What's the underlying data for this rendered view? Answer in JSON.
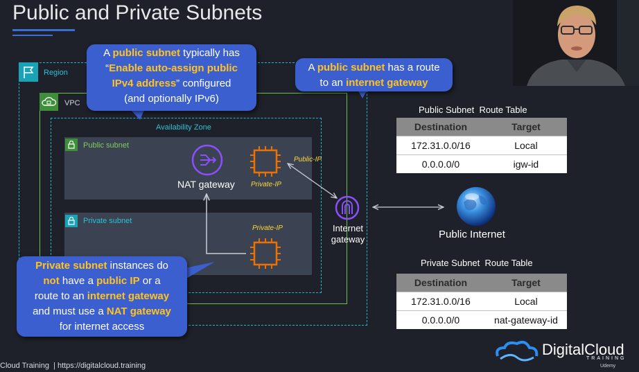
{
  "slide": {
    "title": "Public and Private Subnets"
  },
  "diagram": {
    "region_label": "Region",
    "vpc_label": "VPC",
    "az_label": "Availability Zone",
    "public_subnet_label": "Public subnet",
    "private_subnet_label": "Private subnet",
    "nat_gateway_label": "NAT gateway",
    "public_instance_public_ip": "Public-IP",
    "public_instance_private_ip": "Private-IP",
    "private_instance_private_ip": "Private-IP",
    "igw_label_line1": "Internet",
    "igw_label_line2": "gateway",
    "public_internet_label": "Public Internet"
  },
  "callouts": {
    "public_subnet_autoassign": {
      "l1a": "A ",
      "l1b": "public subnet",
      "l1c": " typically has",
      "l2a": "“",
      "l2b": "Enable auto-assign public",
      "l3b": "IPv4 address",
      "l3c": "” configured",
      "l4": "(and optionally IPv6)"
    },
    "public_subnet_route": {
      "l1a": "A ",
      "l1b": "public subnet",
      "l1c": " has a route",
      "l2a": "to an ",
      "l2b": "internet gateway"
    },
    "private_subnet": {
      "l1b": "Private subnet",
      "l1c": " instances do",
      "l2b": "not",
      "l2c": " have a ",
      "l2d": "public IP",
      "l2e": " or a",
      "l3a": "route to an ",
      "l3b": "internet gateway",
      "l4a": "and must use a ",
      "l4b": "NAT gateway",
      "l5": "for internet access"
    }
  },
  "public_route_table": {
    "title": "Public Subnet  Route Table",
    "headers": [
      "Destination",
      "Target"
    ],
    "rows": [
      [
        "172.31.0.0/16",
        "Local"
      ],
      [
        "0.0.0.0/0",
        "igw-id"
      ]
    ]
  },
  "private_route_table": {
    "title": "Private Subnet  Route Table",
    "headers": [
      "Destination",
      "Target"
    ],
    "rows": [
      [
        "172.31.0.0/16",
        "Local"
      ],
      [
        "0.0.0.0/0",
        "nat-gateway-id"
      ]
    ]
  },
  "footer": {
    "text": "Cloud Training  | https://digitalcloud.training"
  },
  "branding": {
    "name": "DigitalCloud",
    "sub": "TRAINING",
    "platform": "Udemy"
  },
  "colors": {
    "background": "#1e2129",
    "callout_blue": "#3c5fd0",
    "highlight_yellow": "#ffc31f",
    "region_teal": "#21b7c7",
    "vpc_green": "#6cc24a",
    "nat_purple": "#8c4fff",
    "instance_orange": "#ed7100"
  },
  "icons": {
    "region": "flag-icon",
    "vpc": "cloud-icon",
    "subnet": "lock-icon",
    "nat": "nat-gateway-icon",
    "instance": "ec2-instance-icon",
    "igw": "internet-gateway-icon",
    "internet": "globe-icon"
  }
}
